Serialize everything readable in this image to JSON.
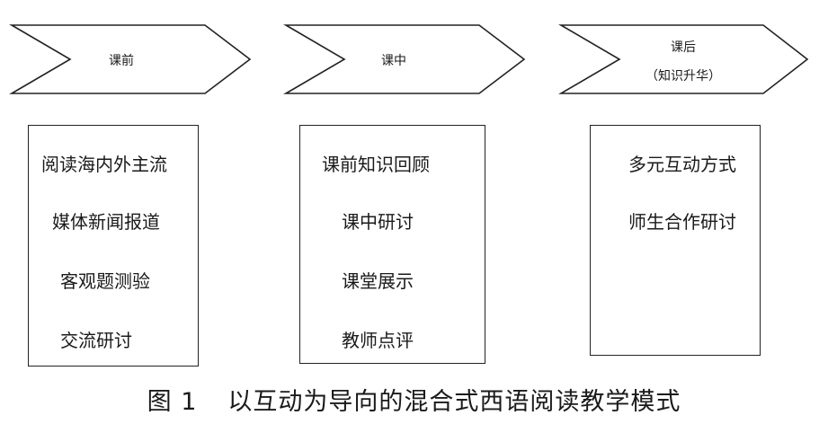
{
  "stages": [
    {
      "title": "课前",
      "subtitle": "",
      "items": [
        "阅读海内外主流",
        "媒体新闻报道",
        "客观题测验",
        "交流研讨"
      ]
    },
    {
      "title": "课中",
      "subtitle": "",
      "items": [
        "课前知识回顾",
        "课中研讨",
        "课堂展示",
        "教师点评"
      ]
    },
    {
      "title": "课后",
      "subtitle": "（知识升华）",
      "items": [
        "多元互动方式",
        "师生合作研讨"
      ]
    }
  ],
  "caption": {
    "figure_label": "图 1",
    "text": "以互动为导向的混合式西语阅读教学模式"
  }
}
